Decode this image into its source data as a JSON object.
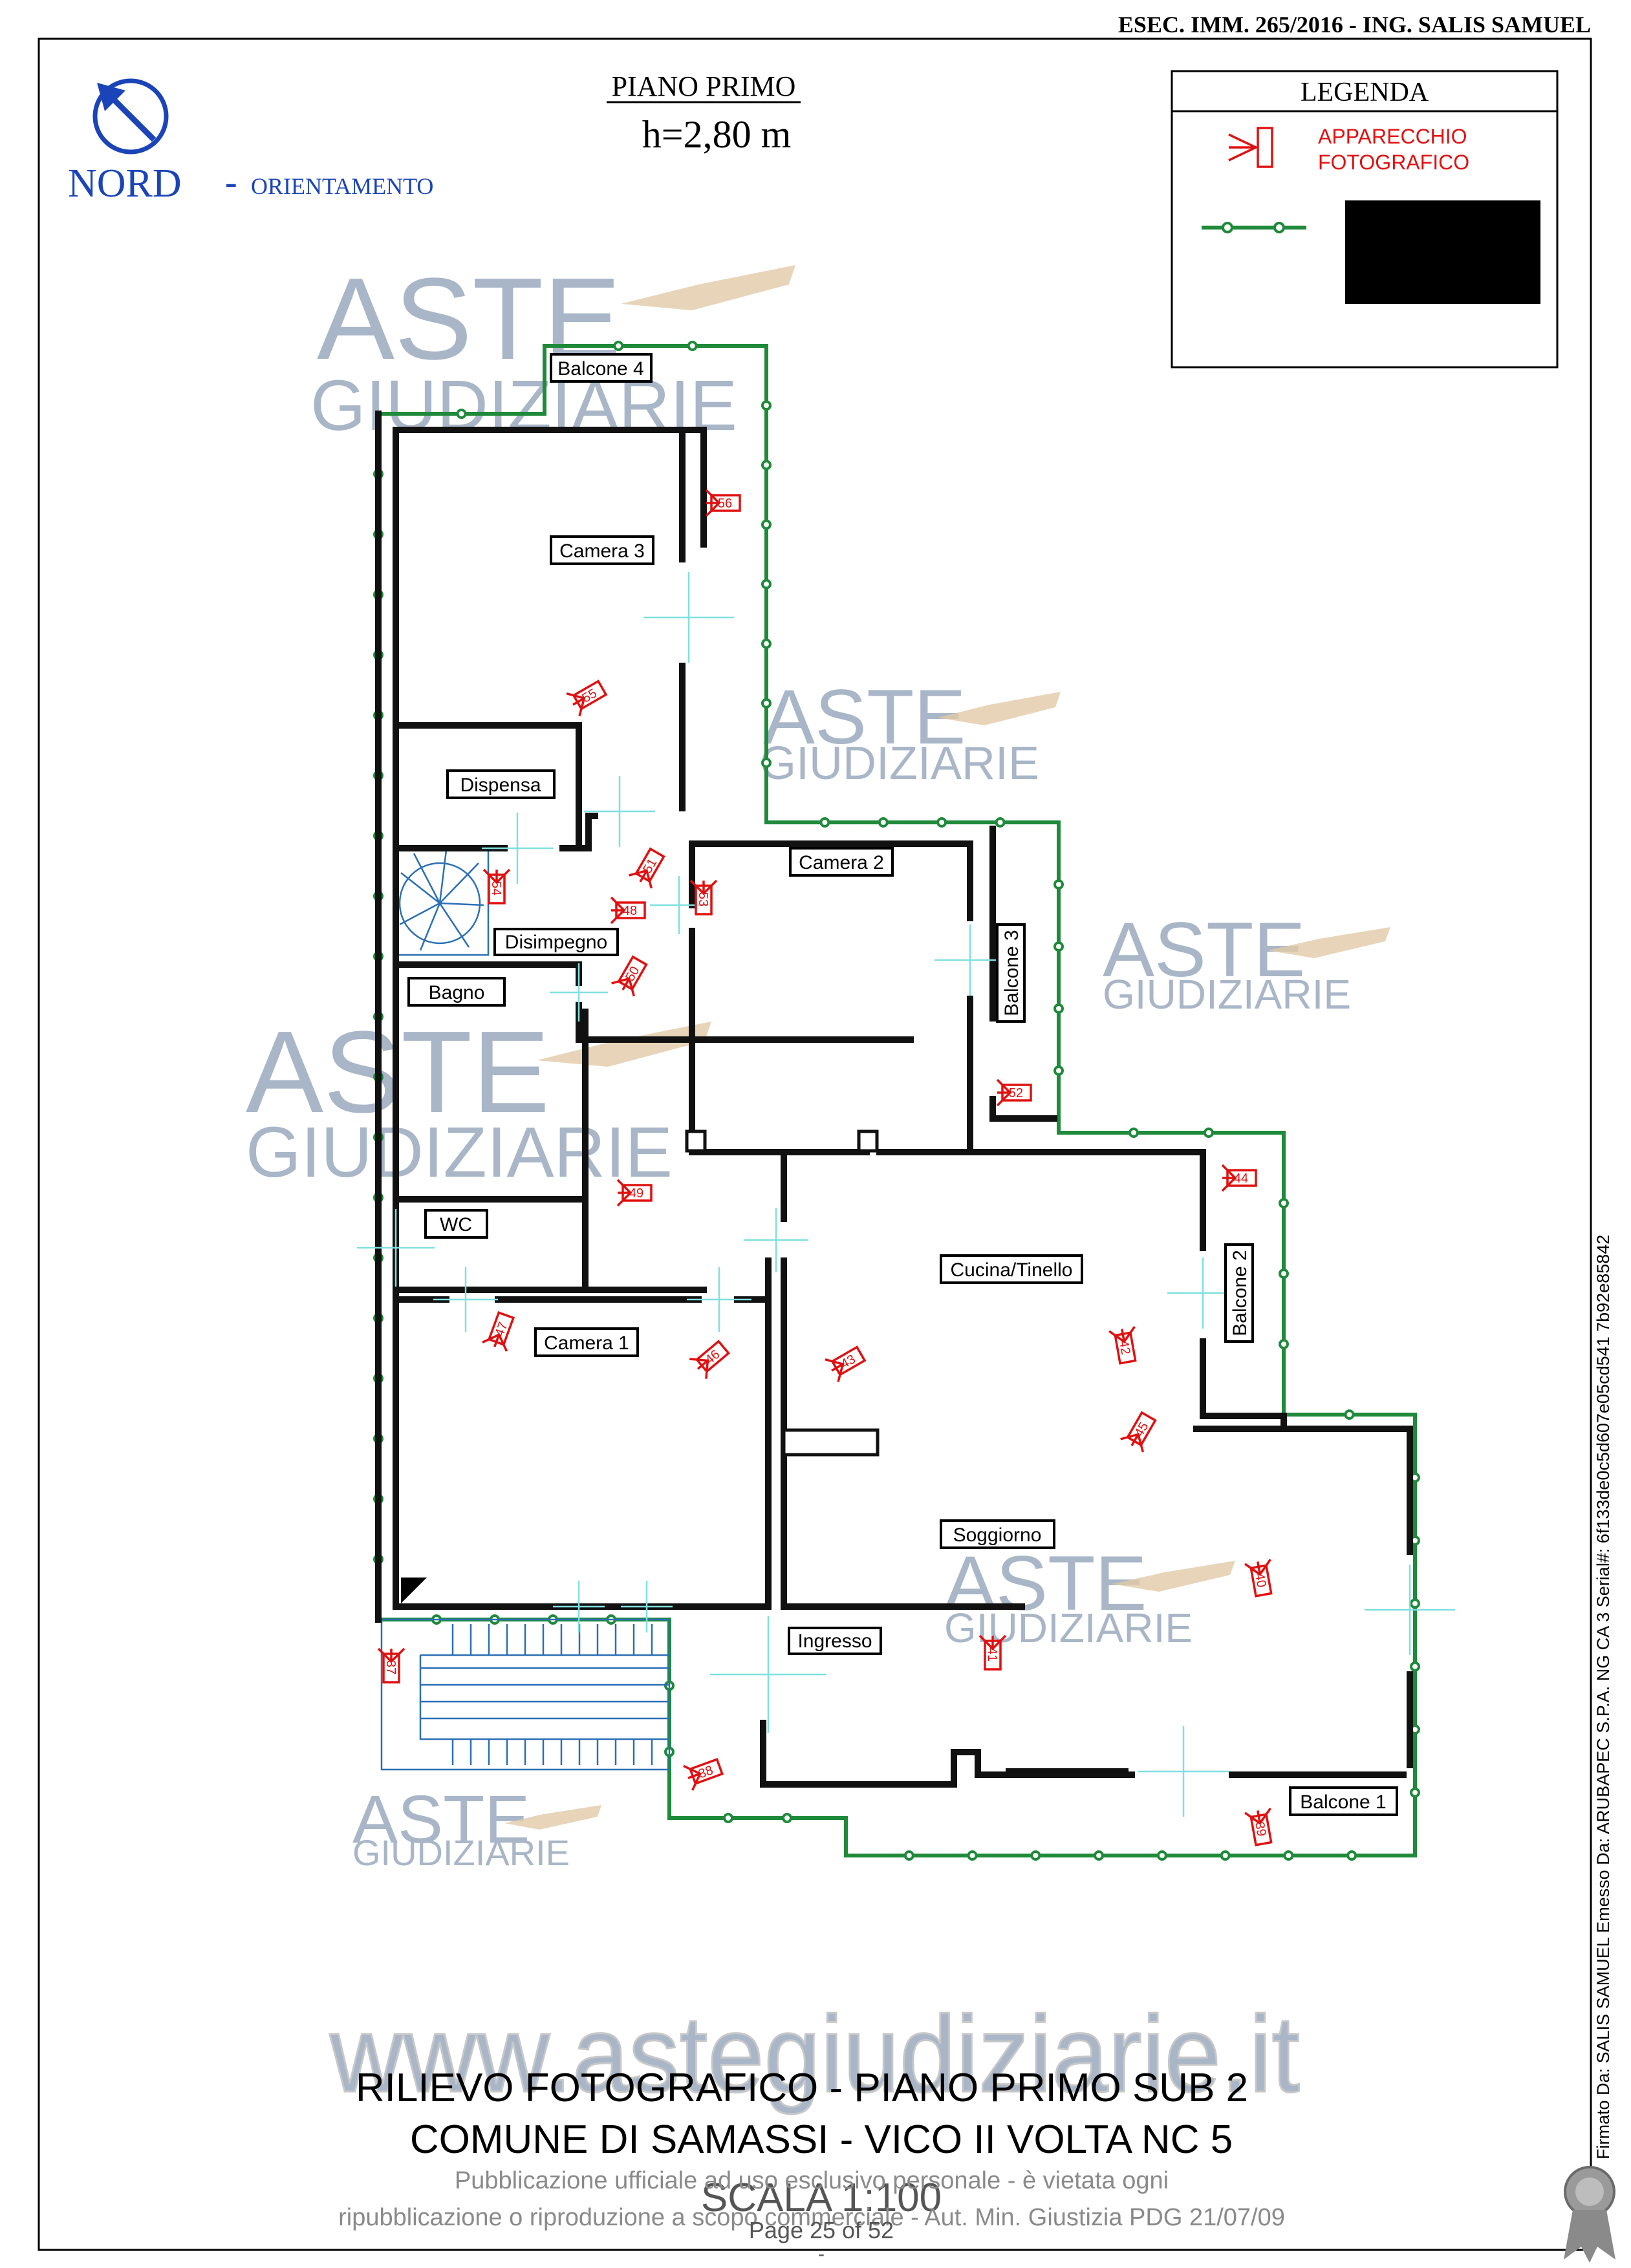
{
  "header": {
    "reference": "ESEC. IMM. 265/2016 - ING. SALIS SAMUEL"
  },
  "orientation": {
    "north_label": "NORD",
    "dash": "-",
    "orientation_label": "ORIENTAMENTO",
    "icon": "north-arrow-icon"
  },
  "floor": {
    "title": "PIANO PRIMO",
    "height": "h=2,80 m"
  },
  "legend": {
    "title": "LEGENDA",
    "camera_label_line1": "APPARECCHIO",
    "camera_label_line2": "FOTOGRAFICO",
    "camera_icon": "camera-icon",
    "boundary_icon": "green-boundary-line-icon",
    "redacted_box": "black-redaction-box"
  },
  "rooms": {
    "balcone4": "Balcone 4",
    "camera3": "Camera 3",
    "dispensa": "Dispensa",
    "disimpegno": "Disimpegno",
    "bagno": "Bagno",
    "wc": "WC",
    "camera1": "Camera 1",
    "camera2": "Camera 2",
    "balcone3": "Balcone 3",
    "cucina": "Cucina/Tinello",
    "balcone2": "Balcone 2",
    "soggiorno": "Soggiorno",
    "ingresso": "Ingresso",
    "balcone1": "Balcone 1"
  },
  "cameras": {
    "c37": "37",
    "c38": "38",
    "c39": "39",
    "c40": "40",
    "c41": "41",
    "c42": "42",
    "c43": "43",
    "c44": "44",
    "c45": "45",
    "c46": "46",
    "c47": "47",
    "c48": "48",
    "c49": "49",
    "c50": "50",
    "c51": "51",
    "c52": "52",
    "c53": "53",
    "c54": "54",
    "c55": "55",
    "c56": "56"
  },
  "watermarks": {
    "aste": "ASTE",
    "giudiziarie": "GIUDIZIARIE",
    "site": "www.astegiudiziarie.it"
  },
  "footer": {
    "title_line1": "RILIEVO FOTOGRAFICO - PIANO PRIMO SUB 2",
    "title_line2": "COMUNE DI SAMASSI - VICO II VOLTA NC 5",
    "scale": "SCALA 1:100",
    "notice_line1": "Pubblicazione ufficiale ad uso esclusivo personale - è vietata ogni",
    "notice_line2": "ripubblicazione o riproduzione a scopo commerciale - Aut. Min. Giustizia PDG 21/07/09",
    "page": "Page 25 of 52",
    "dash": "-"
  },
  "signature": {
    "text": "Firmato Da: SALIS SAMUEL Emesso Da: ARUBAPEC S.P.A. NG CA 3 Serial#: 6f133de0c5d607e05cd541 7b92e85842",
    "seal_icon": "seal-ribbon-icon"
  }
}
